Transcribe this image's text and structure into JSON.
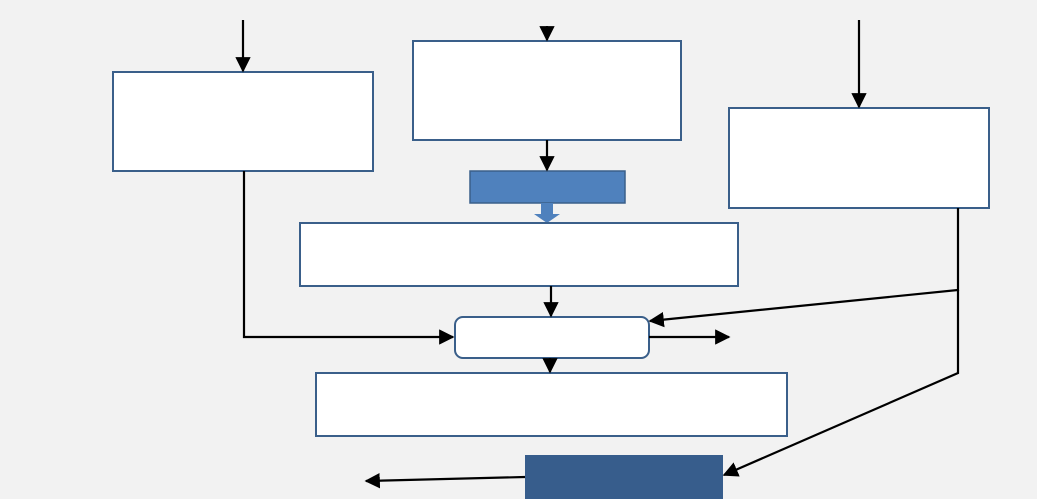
{
  "diagram": {
    "colors": {
      "background": "#f2f2f2",
      "box_fill": "#ffffff",
      "box_stroke": "#3a5f8a",
      "accent_fill": "#4f81bd",
      "dark_fill": "#375d8c",
      "arrow": "#000000"
    },
    "boxes": [
      {
        "id": "top-left-box",
        "label": ""
      },
      {
        "id": "top-center-box",
        "label": ""
      },
      {
        "id": "top-right-box",
        "label": ""
      },
      {
        "id": "accent-bar",
        "label": ""
      },
      {
        "id": "middle-wide-box",
        "label": ""
      },
      {
        "id": "center-rounded-box",
        "label": ""
      },
      {
        "id": "lower-wide-box",
        "label": ""
      },
      {
        "id": "bottom-dark-box",
        "label": ""
      }
    ]
  }
}
